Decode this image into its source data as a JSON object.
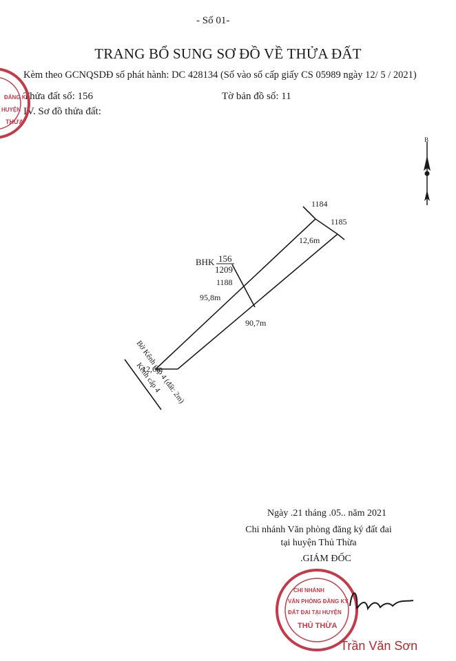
{
  "header": {
    "page_number": "- Số 01-",
    "title": "TRANG BỔ SUNG SƠ ĐỒ VỀ THỬA ĐẤT",
    "certificate_line": "Kèm theo GCNQSDĐ số phát hành:  DC 428134 (Số vào sổ cấp giấy CS 05989 ngày 12/ 5 / 2021)",
    "parcel_number": "Thửa đất số: 156",
    "map_sheet": "Tờ bản đồ số: 11",
    "section": "IV. Sơ đồ thửa đất:"
  },
  "plot": {
    "north_label": "B",
    "neighbor_top": "1184",
    "neighbor_right": "1185",
    "top_width": "12,6m",
    "bottom_width": "12,6m",
    "code_prefix": "BHK",
    "parcel_number": "156",
    "area": "1209",
    "neighbor_left": "1188",
    "left_length": "95,8m",
    "right_length": "90,7m",
    "canal_setback": "Bờ Kênh cấp 4 (đất: 2m)",
    "canal": "Kênh cấp 4"
  },
  "signature_block": {
    "date": "Ngày .21 tháng .05.. năm 2021",
    "office": "Chi nhánh Văn phòng đăng ký đất đai tại huyện Thủ Thừa",
    "position": ".GIÁM ĐỐC",
    "signer": "Trần Văn Sơn"
  },
  "colors": {
    "ink": "#1a1a1a",
    "stamp_red": "#c53a48"
  }
}
